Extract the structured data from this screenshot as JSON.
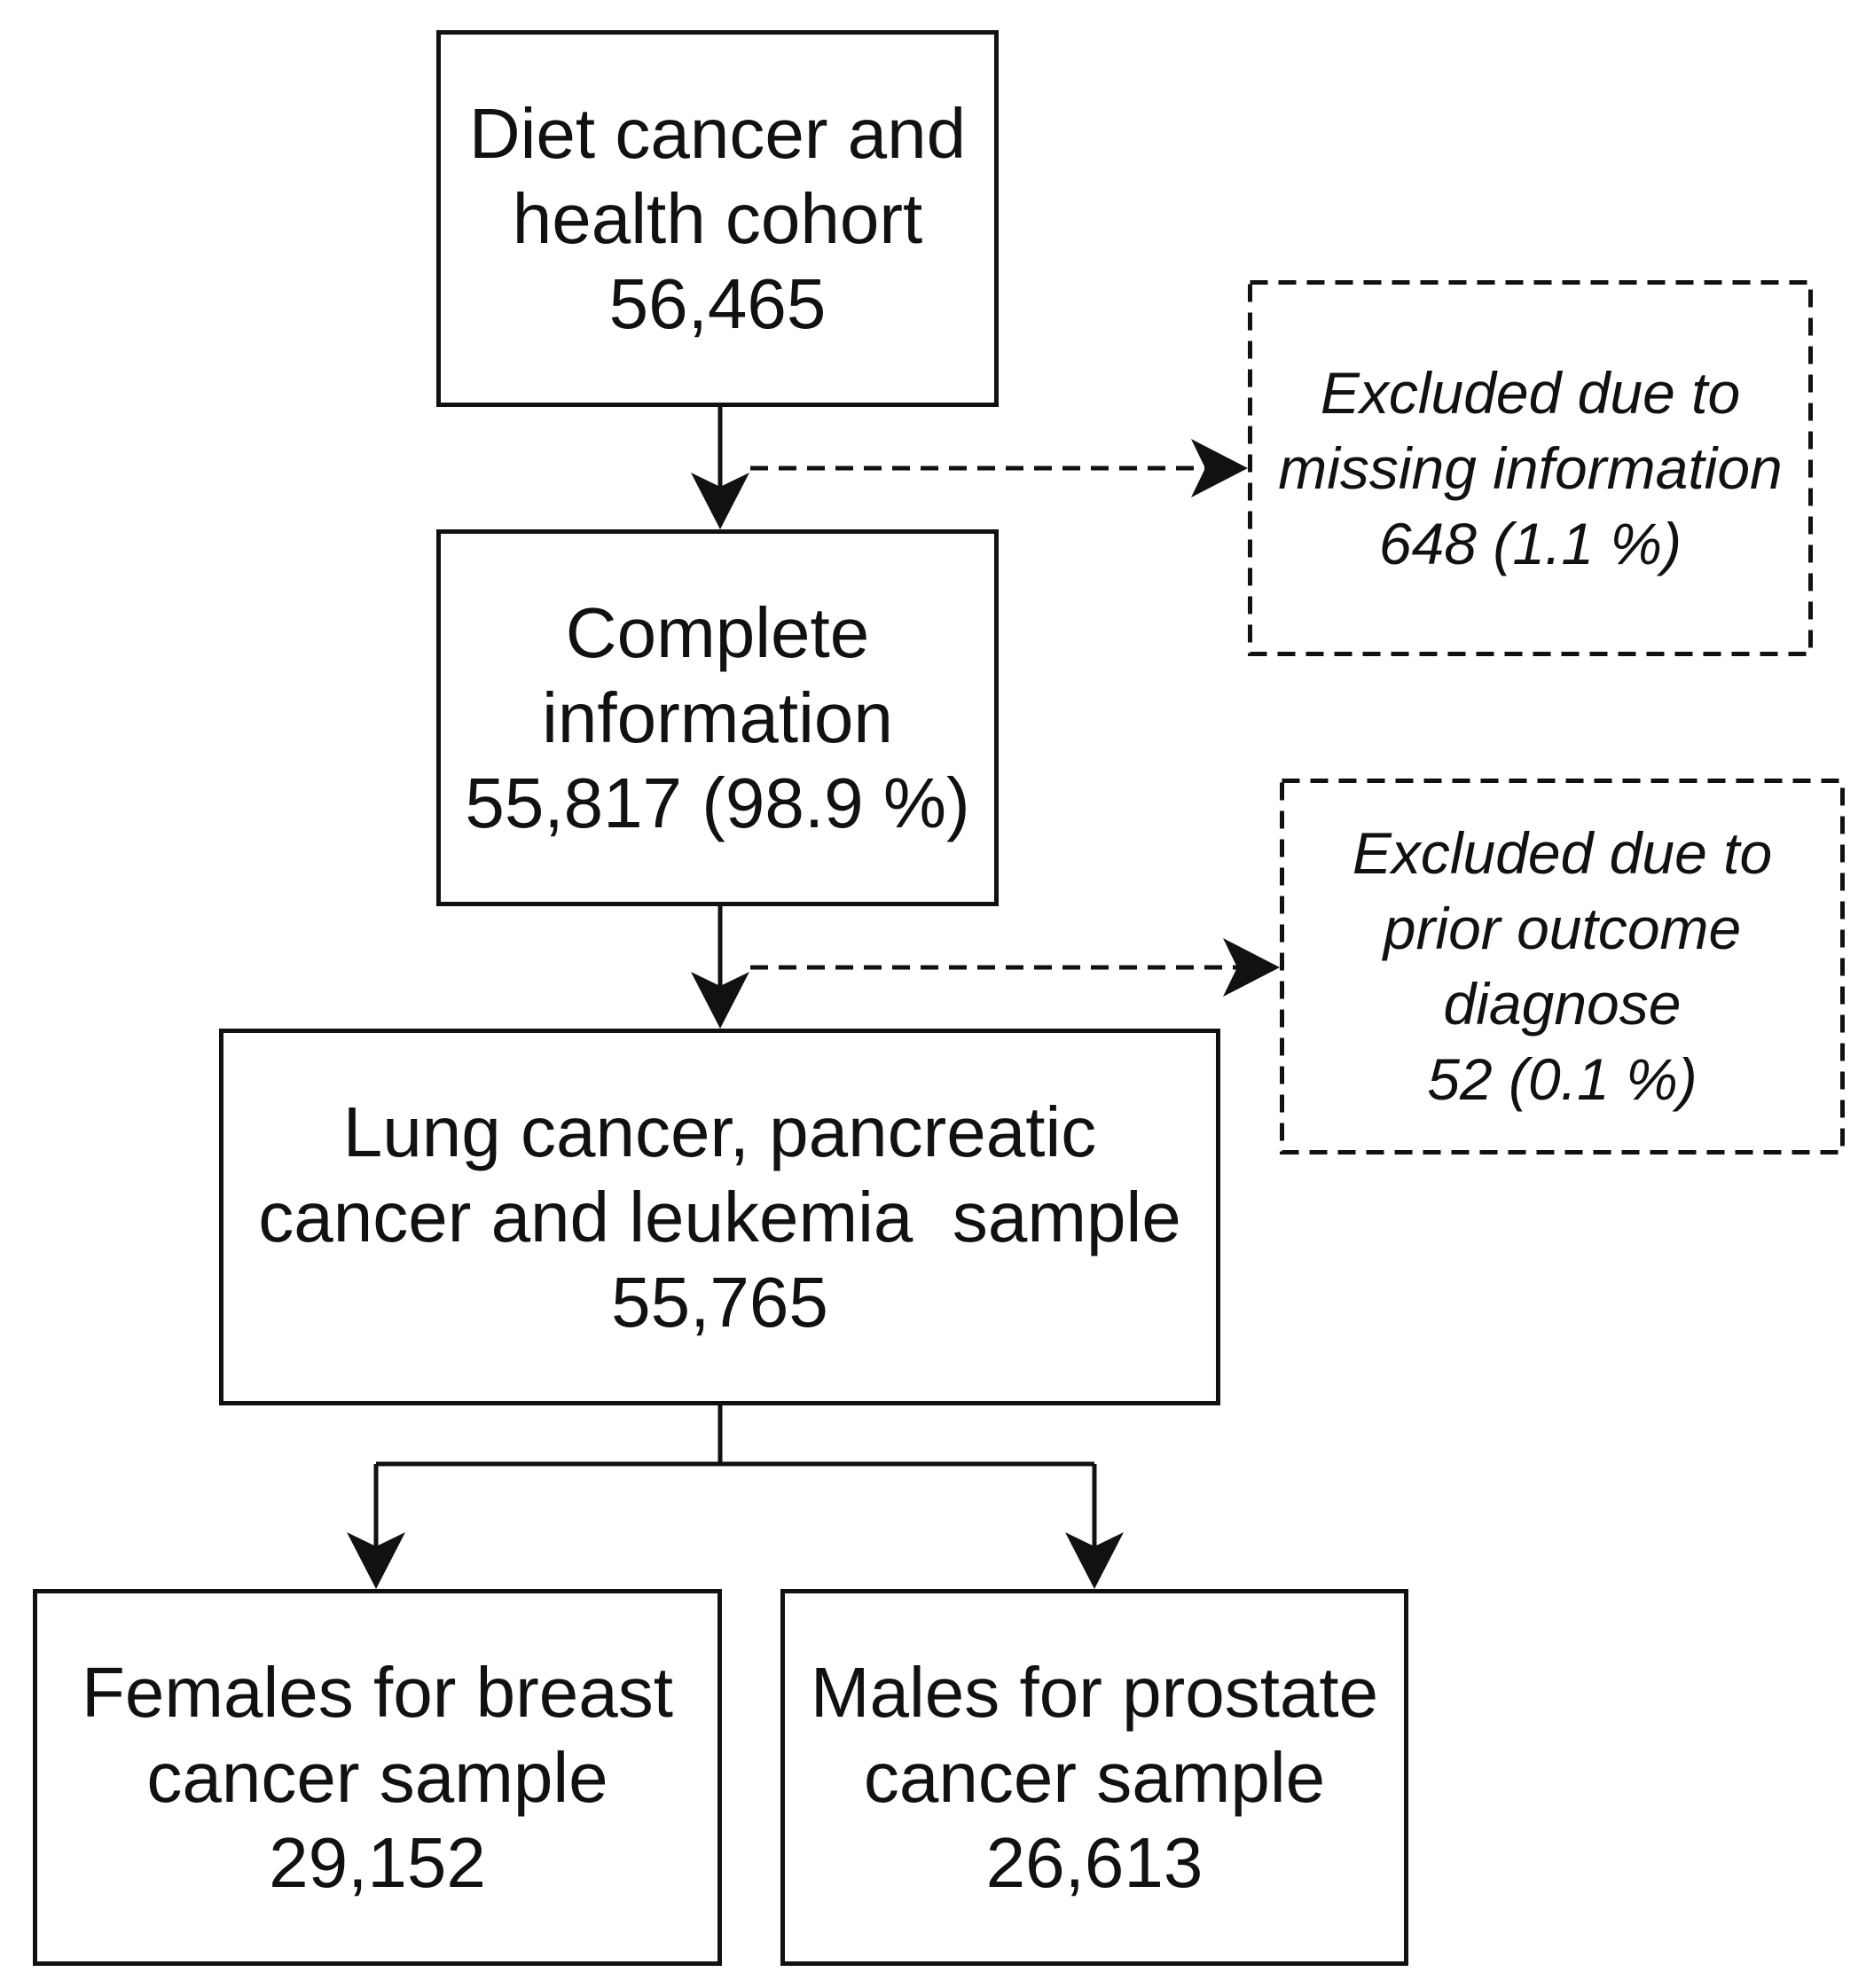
{
  "diagram": {
    "boxes": {
      "cohort": {
        "lines": [
          "Diet cancer and",
          "health cohort",
          "56,465"
        ]
      },
      "complete": {
        "lines": [
          "Complete",
          "information",
          "55,817 (98.9 %)"
        ]
      },
      "sample": {
        "lines": [
          "Lung cancer, pancreatic",
          "cancer and leukemia  sample",
          "55,765"
        ]
      },
      "females": {
        "lines": [
          "Females for breast",
          "cancer sample",
          "29,152"
        ]
      },
      "males": {
        "lines": [
          "Males for prostate",
          "cancer sample",
          "26,613"
        ]
      }
    },
    "exclusions": {
      "missing": {
        "lines": [
          "Excluded due to",
          "missing information",
          "648 (1.1 %)"
        ]
      },
      "prior": {
        "lines": [
          "Excluded due to",
          "prior outcome",
          "diagnose",
          "52 (0.1 %)"
        ]
      }
    }
  }
}
